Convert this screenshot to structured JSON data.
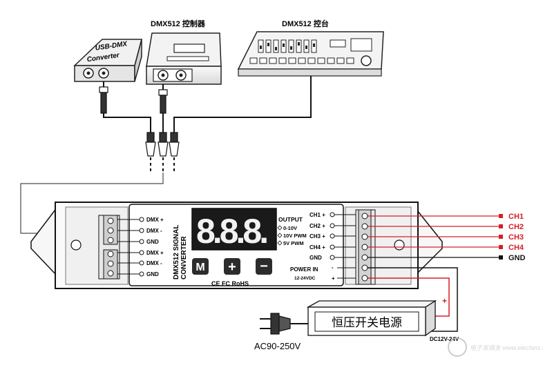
{
  "devices": {
    "usb_converter": {
      "line1": "USB-DMX",
      "line2": "Converter"
    },
    "controller": {
      "label": "DMX512 控制器"
    },
    "console": {
      "label": "DMX512 控台"
    }
  },
  "module": {
    "dmx_terminals": [
      "DMX +",
      "DMX -",
      "GND",
      "DMX +",
      "DMX -",
      "GND"
    ],
    "product_name": [
      "DMX512 SIGNAL",
      "CONVERTER"
    ],
    "display_text": "8.8.8.",
    "output": {
      "title": "OUTPUT",
      "options": [
        "0-10V",
        "10V PWM",
        "5V PWM"
      ]
    },
    "buttons": {
      "mode": "M",
      "plus": "+",
      "minus": "−"
    },
    "certifications": "CE FC RoHS",
    "channels": [
      "CH1 +",
      "CH2 +",
      "CH3 +",
      "CH4 +",
      "GND"
    ],
    "power": {
      "label": "POWER IN",
      "voltage": "12-24VDC",
      "neg": "-",
      "pos": "+"
    }
  },
  "outputs": {
    "labels": [
      "CH1",
      "CH2",
      "CH3",
      "CH4",
      "GND"
    ],
    "colors": {
      "channel": "#d61f26",
      "ground": "#111111"
    }
  },
  "power_supply": {
    "label": "恒压开关电源",
    "ac_label": "AC90-250V",
    "dc_label": "DC12V-24V",
    "plus_mark": "+"
  },
  "watermark": "电子发烧友 www.elecfans.com"
}
